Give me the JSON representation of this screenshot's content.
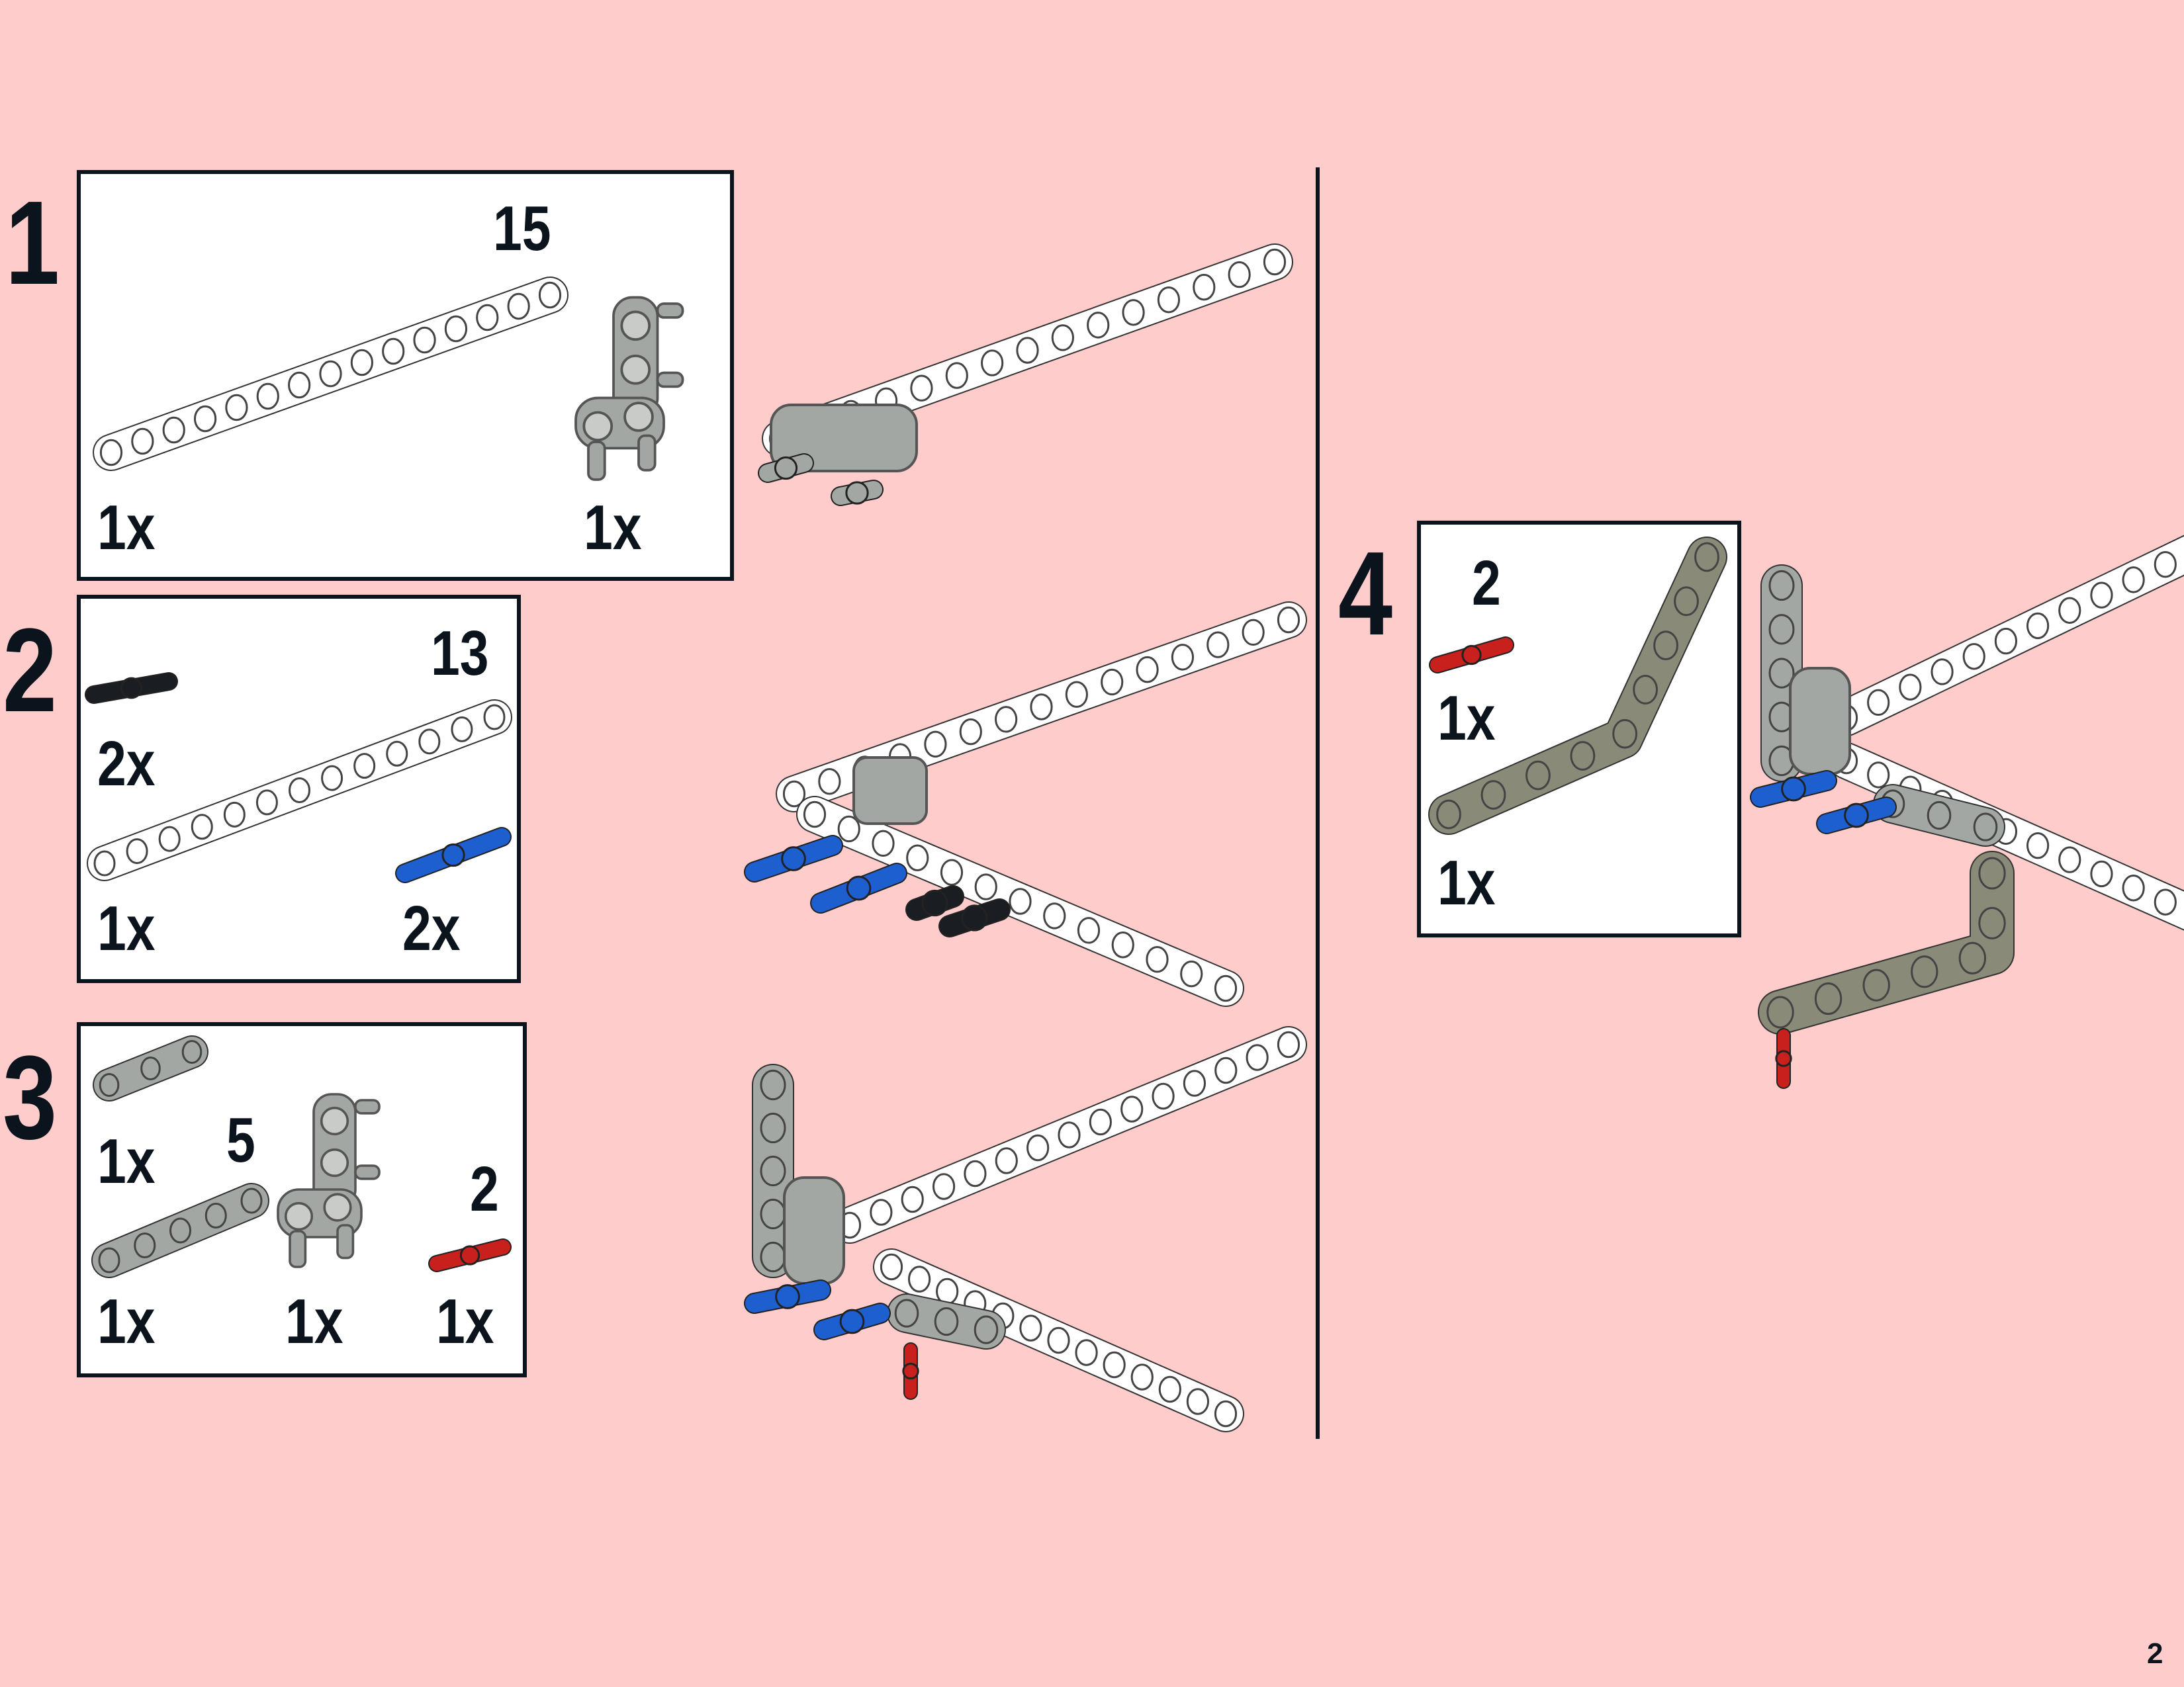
{
  "page_number": "2",
  "colors": {
    "background": "#ffcccc",
    "text": "#0b141c",
    "beam_white": "#ffffff",
    "part_gray": "#a3a7a3",
    "part_dark_gray": "#8a8a78",
    "pin_blue": "#1e5fd0",
    "pin_black": "#1a1d22",
    "axle_red": "#c8201c"
  },
  "steps": [
    {
      "number": "1",
      "parts": [
        {
          "size": "15",
          "qty": "1x"
        },
        {
          "qty": "1x"
        }
      ]
    },
    {
      "number": "2",
      "parts": [
        {
          "qty": "2x"
        },
        {
          "size": "13",
          "qty": "1x"
        },
        {
          "qty": "2x"
        }
      ]
    },
    {
      "number": "3",
      "parts": [
        {
          "qty": "1x"
        },
        {
          "size": "5",
          "qty": "1x"
        },
        {
          "qty": "1x"
        },
        {
          "size": "2",
          "qty": "1x"
        }
      ]
    },
    {
      "number": "4",
      "parts": [
        {
          "size": "2",
          "qty": "1x"
        },
        {
          "qty": "1x"
        }
      ]
    }
  ]
}
